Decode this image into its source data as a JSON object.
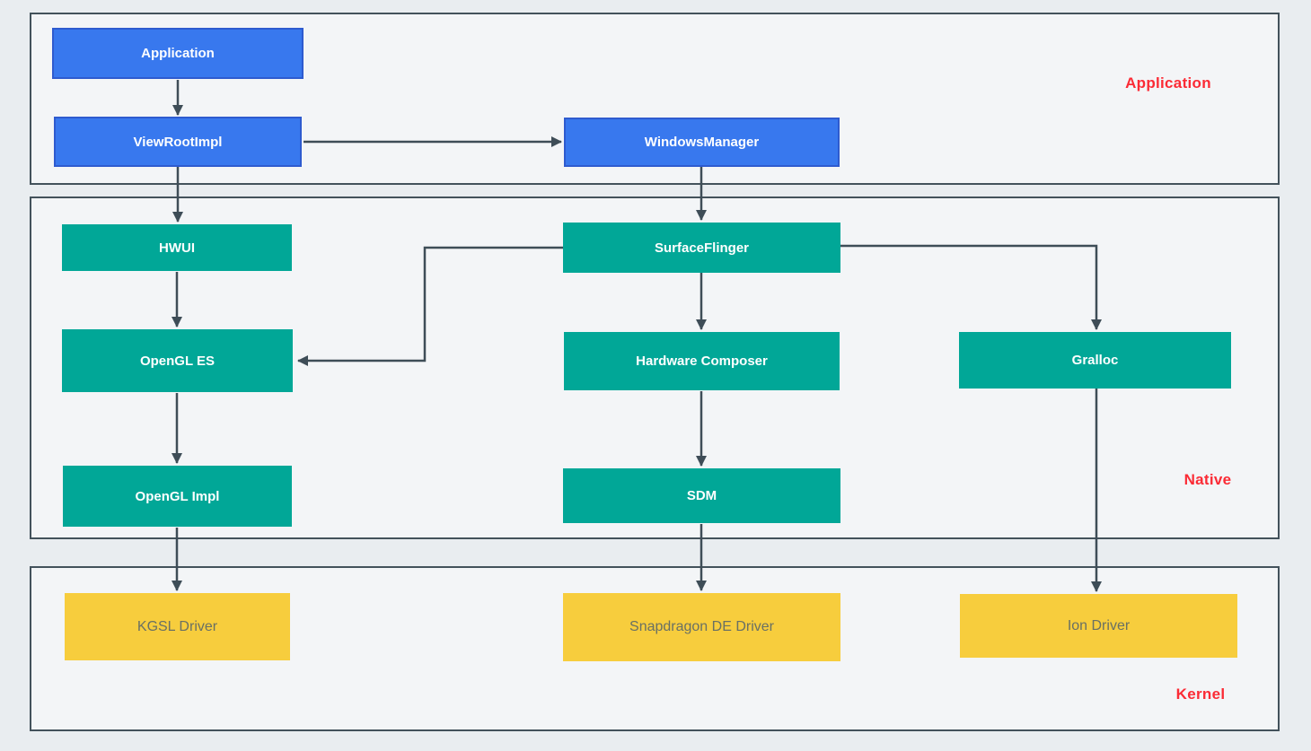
{
  "layers": {
    "application": {
      "label": "Application"
    },
    "native": {
      "label": "Native"
    },
    "kernel": {
      "label": "Kernel"
    }
  },
  "nodes": {
    "application": "Application",
    "viewrootimpl": "ViewRootImpl",
    "windowsmanager": "WindowsManager",
    "hwui": "HWUI",
    "surfaceflinger": "SurfaceFlinger",
    "opengles": "OpenGL ES",
    "hardwarecomposer": "Hardware Composer",
    "gralloc": "Gralloc",
    "openglimpl": "OpenGL Impl",
    "sdm": "SDM",
    "kgsl": "KGSL Driver",
    "snapdragon": "Snapdragon DE Driver",
    "ion": "Ion Driver"
  },
  "edges": [
    {
      "from": "Application",
      "to": "ViewRootImpl"
    },
    {
      "from": "ViewRootImpl",
      "to": "WindowsManager"
    },
    {
      "from": "ViewRootImpl",
      "to": "HWUI"
    },
    {
      "from": "WindowsManager",
      "to": "SurfaceFlinger"
    },
    {
      "from": "HWUI",
      "to": "OpenGL ES"
    },
    {
      "from": "SurfaceFlinger",
      "to": "OpenGL ES"
    },
    {
      "from": "SurfaceFlinger",
      "to": "Hardware Composer"
    },
    {
      "from": "SurfaceFlinger",
      "to": "Gralloc"
    },
    {
      "from": "OpenGL ES",
      "to": "OpenGL Impl"
    },
    {
      "from": "Hardware Composer",
      "to": "SDM"
    },
    {
      "from": "OpenGL Impl",
      "to": "KGSL Driver"
    },
    {
      "from": "SDM",
      "to": "Snapdragon DE Driver"
    },
    {
      "from": "Gralloc",
      "to": "Ion Driver"
    }
  ],
  "colors": {
    "node_blue": "#3878ee",
    "node_blue_border": "#2e5bcf",
    "node_teal": "#01a797",
    "node_yellow": "#f7cd3d",
    "yellow_text": "#697064",
    "layer_label_red": "#fb2b35",
    "layer_border": "#43525b",
    "arrow": "#3e4d57",
    "background": "#e9edf0",
    "layer_fill": "#f3f5f7"
  }
}
